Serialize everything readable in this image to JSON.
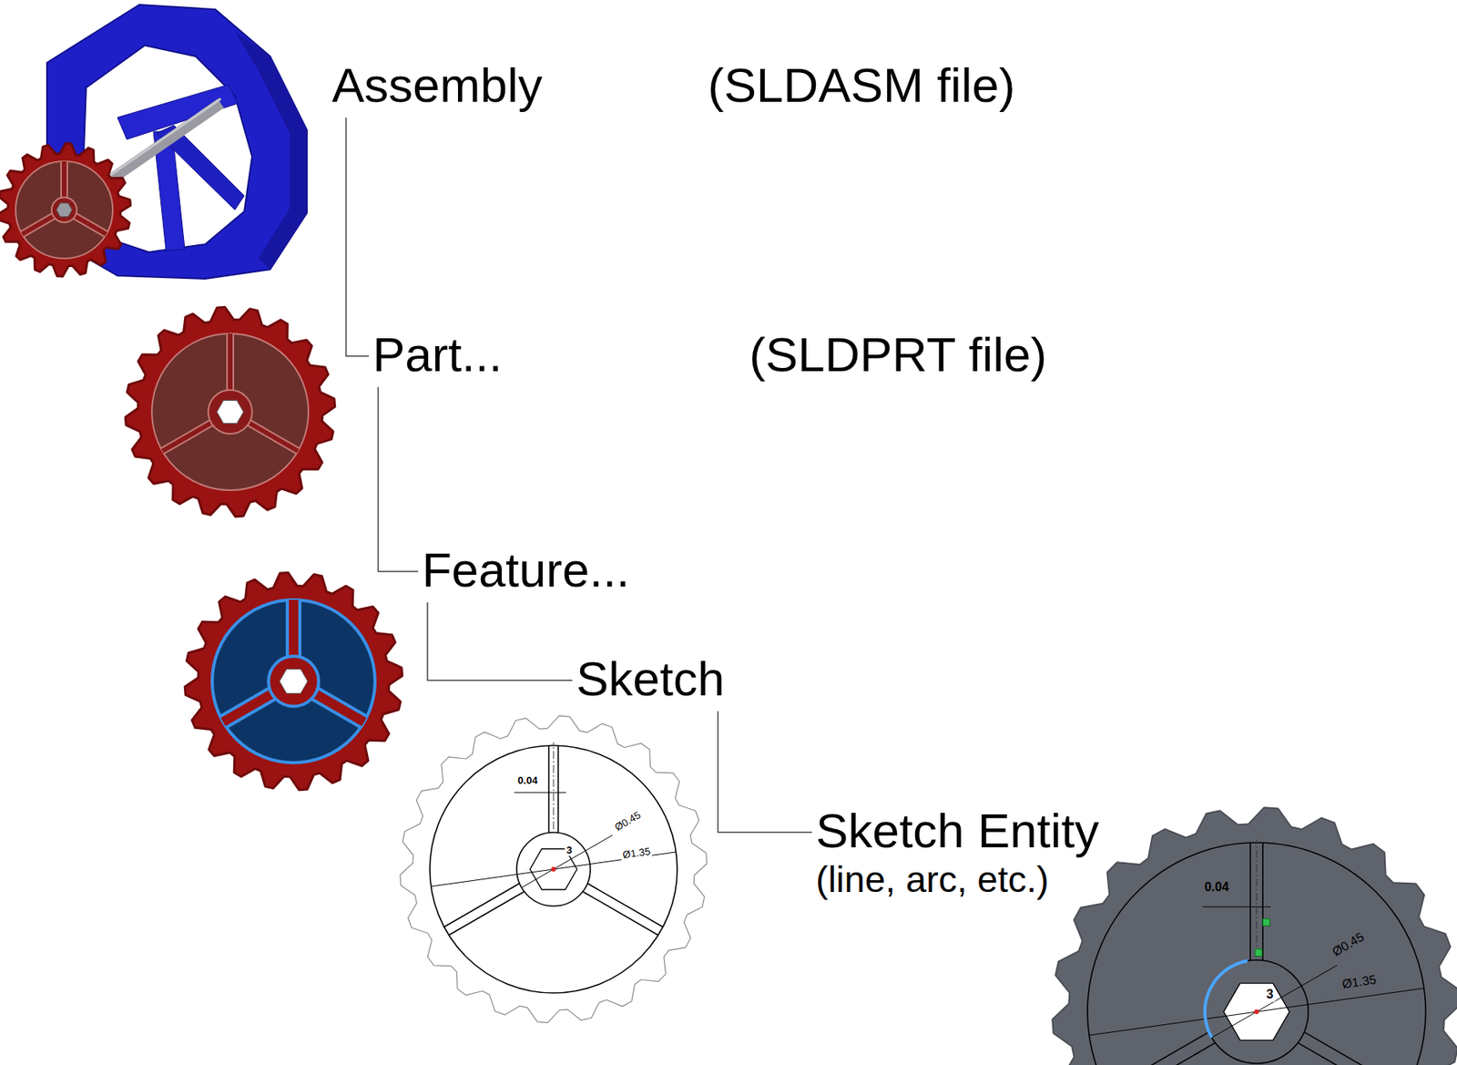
{
  "diagram": {
    "nodes": [
      {
        "text": [
          "Assembly"
        ]
      },
      {
        "text": [
          "Part..."
        ]
      },
      {
        "text": [
          "Feature..."
        ]
      },
      {
        "text": [
          "Sketch"
        ]
      },
      {
        "text": [
          "Sketch Entity",
          "(line, arc, etc.)"
        ]
      }
    ],
    "edges": [
      {
        "from": 0,
        "to": 1,
        "arrow": "none"
      },
      {
        "from": 1,
        "to": 2,
        "arrow": "none"
      },
      {
        "from": 2,
        "to": 3,
        "arrow": "none"
      },
      {
        "from": 3,
        "to": 4,
        "arrow": "none"
      }
    ],
    "labels": [
      "(SLDASM file)",
      "(SLDPRT file)",
      "0.04",
      "Ø0.45",
      "Ø1.35",
      "3",
      "0.04",
      "Ø0.45",
      "Ø1.35",
      "3"
    ]
  }
}
